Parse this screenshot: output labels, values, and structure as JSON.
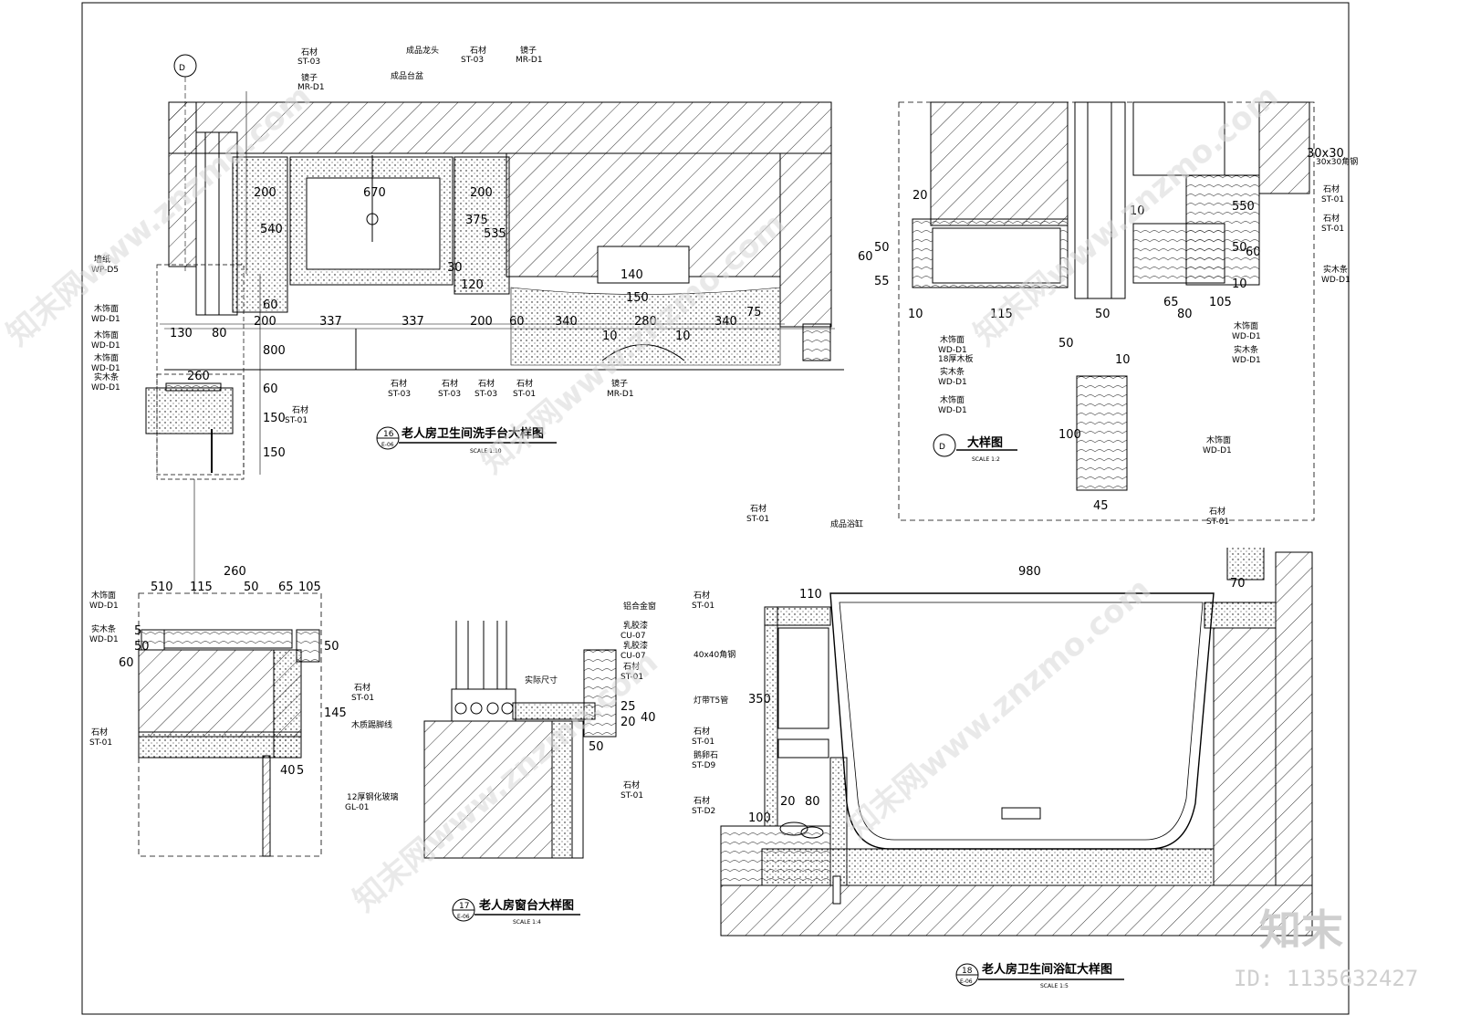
{
  "drawings": {
    "basin": {
      "title": "老人房卫生间洗手台大样图",
      "scale": "SCALE  1:10",
      "ref_num": "16",
      "ref_sheet": "E-06",
      "dims_bottom": [
        "130",
        "80",
        "200",
        "337",
        "337",
        "200",
        "60",
        "340",
        "280",
        "340",
        "75"
      ],
      "dims_inner": [
        "200",
        "670",
        "200",
        "30",
        "120",
        "140",
        "150",
        "10",
        "10"
      ],
      "dims_vertical": [
        "60",
        "800",
        "60",
        "150",
        "150",
        "540",
        "375",
        "535"
      ],
      "tags": [
        {
          "name": "石材",
          "code": "ST-03"
        },
        {
          "name": "镜子",
          "code": "MR-D1"
        },
        {
          "name": "成品龙头",
          "code": ""
        },
        {
          "name": "成品台盆",
          "code": ""
        },
        {
          "name": "石材",
          "code": "ST-03"
        },
        {
          "name": "镜子",
          "code": "MR-D1"
        },
        {
          "name": "墙纸",
          "code": "WP-D5"
        },
        {
          "name": "木饰面",
          "code": "WD-D1"
        },
        {
          "name": "木饰面",
          "code": "WD-D1"
        },
        {
          "name": "木饰面",
          "code": "WD-D1"
        },
        {
          "name": "实木条",
          "code": "WD-D1"
        },
        {
          "name": "石材",
          "code": "ST-01"
        },
        {
          "name": "石材",
          "code": "ST-03"
        },
        {
          "name": "石材",
          "code": "ST-03"
        },
        {
          "name": "石材",
          "code": "ST-03"
        },
        {
          "name": "石材",
          "code": "ST-01"
        },
        {
          "name": "镜子",
          "code": "MR-D1"
        }
      ],
      "section_top_dim": "260"
    },
    "detail": {
      "title": "大样图",
      "scale": "SCALE  1:2",
      "ref_num": "D",
      "dims": [
        "20",
        "60",
        "50",
        "55",
        "10",
        "115",
        "50",
        "80",
        "10",
        "50",
        "100",
        "45",
        "10",
        "65",
        "105",
        "50",
        "60",
        "10",
        "550",
        "30x30"
      ],
      "tags": [
        {
          "name": "木饰面",
          "code": "WD-D1"
        },
        {
          "name": "18厚木板",
          "code": ""
        },
        {
          "name": "实木条",
          "code": "WD-D1"
        },
        {
          "name": "木饰面",
          "code": "WD-D1"
        },
        {
          "name": "木饰面",
          "code": "WD-D1"
        },
        {
          "name": "木饰面",
          "code": "WD-D1"
        },
        {
          "name": "实木条",
          "code": "WD-D1"
        },
        {
          "name": "石材",
          "code": "ST-01"
        },
        {
          "name": "石材",
          "code": "ST-01"
        },
        {
          "name": "实木条",
          "code": "WD-D1"
        },
        {
          "name": "30x30角钢",
          "code": ""
        }
      ]
    },
    "enlarged": {
      "dims_top": [
        "260",
        "5",
        "10",
        "115",
        "50",
        "65",
        "105"
      ],
      "dims_side": [
        "60",
        "50",
        "5",
        "50",
        "145",
        "40",
        "5"
      ],
      "tags": [
        {
          "name": "木饰面",
          "code": "WD-D1"
        },
        {
          "name": "实木条",
          "code": "WD-D1"
        },
        {
          "name": "石材",
          "code": "ST-01"
        },
        {
          "name": "石材",
          "code": "ST-01"
        },
        {
          "name": "木质踢脚线",
          "code": ""
        },
        {
          "name": "12厚钢化玻璃",
          "code": "GL-01"
        }
      ]
    },
    "window": {
      "title": "老人房窗台大样图",
      "scale": "SCALE  1:4",
      "ref_num": "17",
      "ref_sheet": "E-06",
      "dims": [
        "20",
        "25",
        "40",
        "50"
      ],
      "tags": [
        {
          "name": "铝合金窗",
          "code": ""
        },
        {
          "name": "乳胶漆",
          "code": "CU-07"
        },
        {
          "name": "乳胶漆",
          "code": "CU-07"
        },
        {
          "name": "石材",
          "code": "ST-01"
        },
        {
          "name": "石材",
          "code": "ST-01"
        },
        {
          "name": "实际尺寸",
          "code": ""
        }
      ]
    },
    "bathtub": {
      "title": "老人房卫生间浴缸大样图",
      "scale": "SCALE  1:5",
      "ref_num": "18",
      "ref_sheet": "E-06",
      "dims": [
        "980",
        "110",
        "70",
        "350",
        "20",
        "80",
        "100"
      ],
      "tags": [
        {
          "name": "石材",
          "code": "ST-01"
        },
        {
          "name": "成品浴缸",
          "code": ""
        },
        {
          "name": "石材",
          "code": "ST-01"
        },
        {
          "name": "石材",
          "code": "ST-01"
        },
        {
          "name": "40x40角钢",
          "code": ""
        },
        {
          "name": "灯带T5管",
          "code": ""
        },
        {
          "name": "石材",
          "code": "ST-01"
        },
        {
          "name": "鹅卵石",
          "code": "ST-D9"
        },
        {
          "name": "石材",
          "code": "ST-D2"
        }
      ]
    }
  },
  "watermark": {
    "site": "知末网www.znzmo.com",
    "logo": "知末",
    "id": "ID: 1135632427"
  },
  "colors": {
    "line": "#000000",
    "paper": "#ffffff",
    "watermark": "#d8d8d8"
  }
}
